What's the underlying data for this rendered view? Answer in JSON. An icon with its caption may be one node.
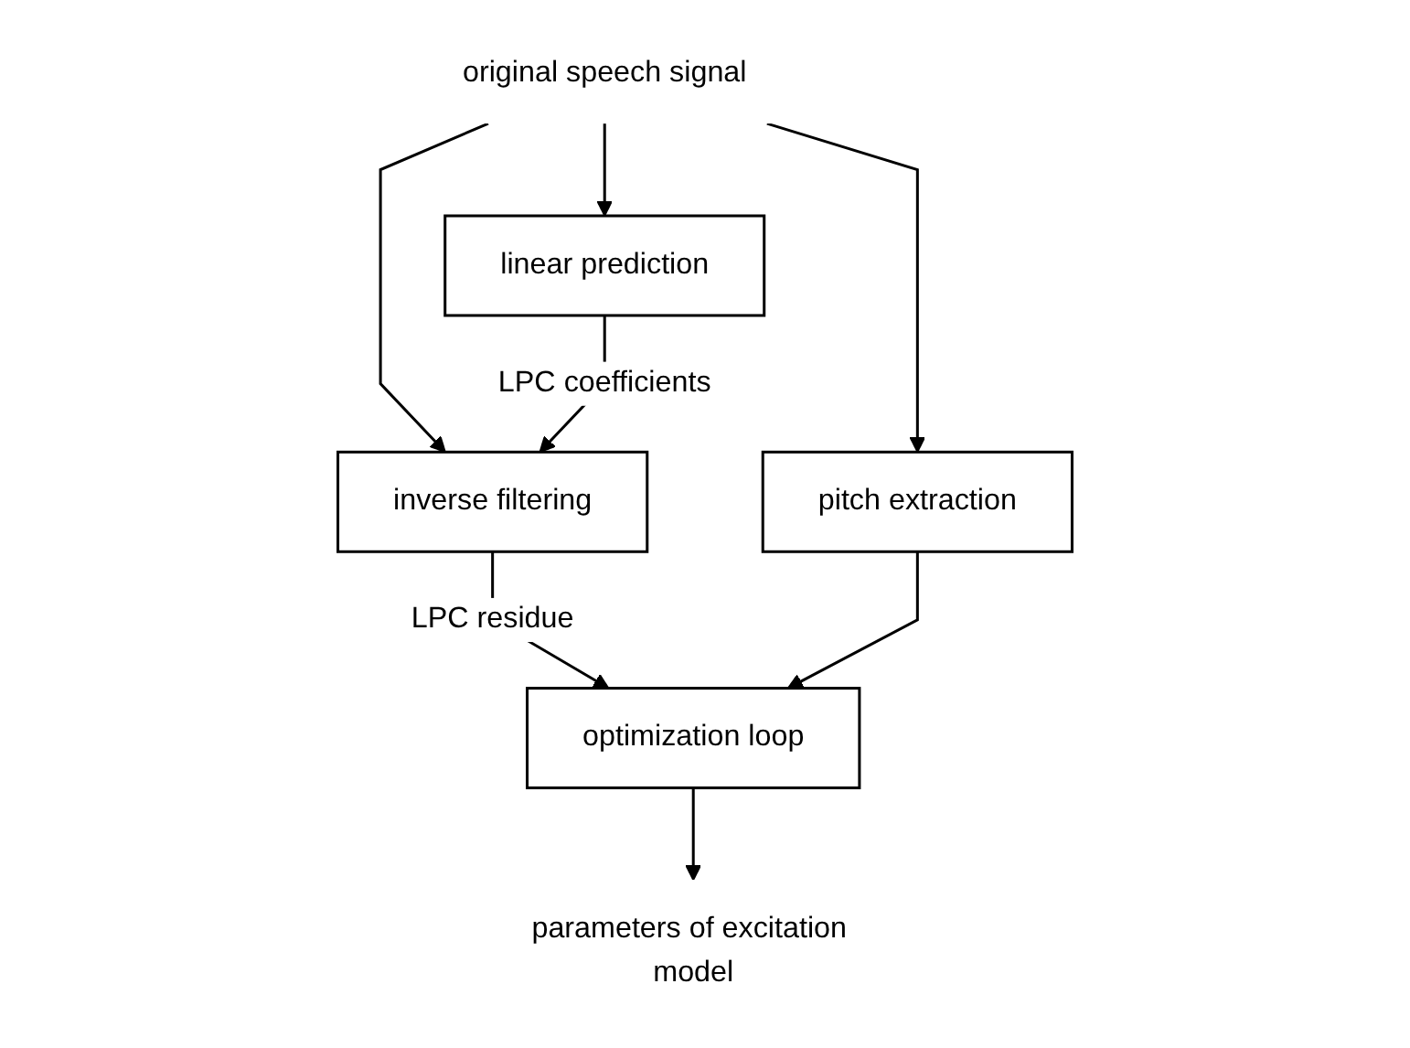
{
  "diagram": {
    "nodes": [
      {
        "text": [
          "original speech signal"
        ]
      },
      {
        "text": [
          "linear prediction"
        ]
      },
      {
        "text": [
          "pitch extraction"
        ]
      },
      {
        "text": [
          "inverse filtering"
        ]
      },
      {
        "text": [
          "optimization loop"
        ]
      },
      {
        "text": [
          "parameters of excitation model"
        ]
      }
    ],
    "edges": [
      {
        "from": 0,
        "to": 1,
        "arrow": "to"
      },
      {
        "from": 0,
        "to": 2,
        "arrow": "to"
      },
      {
        "from": 0,
        "to": 3,
        "arrow": "to"
      },
      {
        "from": 1,
        "to": 3,
        "label": "LPC coefficients",
        "arrow": "to"
      },
      {
        "from": 3,
        "to": 4,
        "label": "LPC residue",
        "arrow": "to"
      },
      {
        "from": 2,
        "to": 4,
        "arrow": "to"
      },
      {
        "from": 4,
        "to": 5,
        "arrow": "to"
      }
    ]
  }
}
